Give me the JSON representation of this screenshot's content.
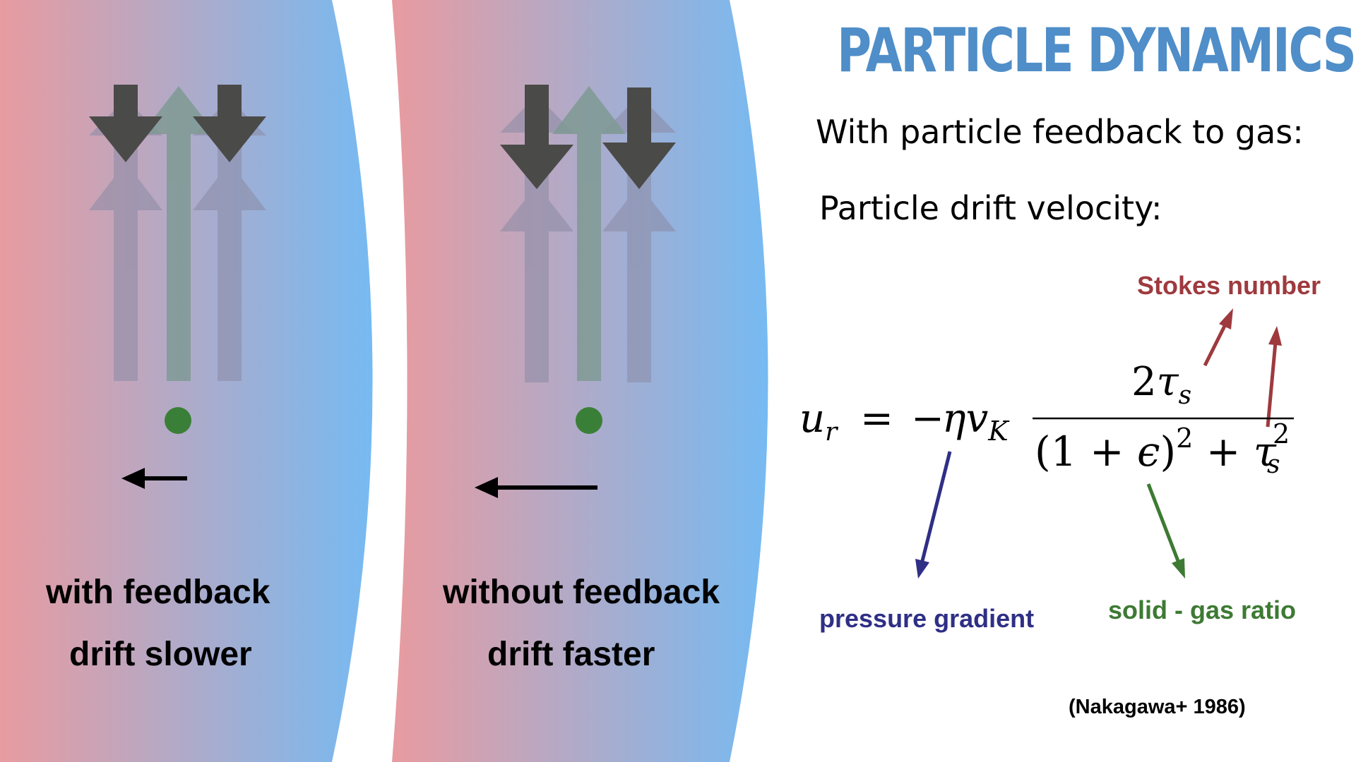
{
  "title": "PARTICLE DYNAMICS",
  "subtitle_feedback": "With particle feedback to gas:",
  "subtitle_velocity": "Particle drift velocity:",
  "panels": [
    {
      "line1": "with feedback",
      "line2": "drift slower"
    },
    {
      "line1": "without feedback",
      "line2": "drift faster"
    }
  ],
  "annotations": {
    "stokes": "Stokes number",
    "pressure": "pressure gradient",
    "ratio": "solid - gas ratio"
  },
  "equation": {
    "lhs": "u",
    "lhs_sub": "r",
    "eq": "=",
    "neg": "−",
    "eta": "η",
    "v": "v",
    "v_sub": "K",
    "num_coef": "2",
    "tau": "τ",
    "tau_sub": "s",
    "den_open": "(1 + ",
    "epsilon": "ϵ",
    "den_close": ")",
    "den_exp": "2",
    "den_plus": " + ",
    "tau2": "τ",
    "tau2_sup": "2",
    "tau2_sub": "s"
  },
  "citation": "(Nakagawa+ 1986)",
  "colors": {
    "title": "#4f8ec8",
    "gradient_left": "#e89ba0",
    "gradient_right": "#76baf2",
    "stokes": "#9e3a3e",
    "pressure": "#2f2f86",
    "ratio": "#3d7a33",
    "dot": "#3a7f37",
    "arrow_down": "#4a4a48",
    "arrow_up_center": "#7f9a94",
    "arrow_up_side": "#8a8aa4"
  }
}
